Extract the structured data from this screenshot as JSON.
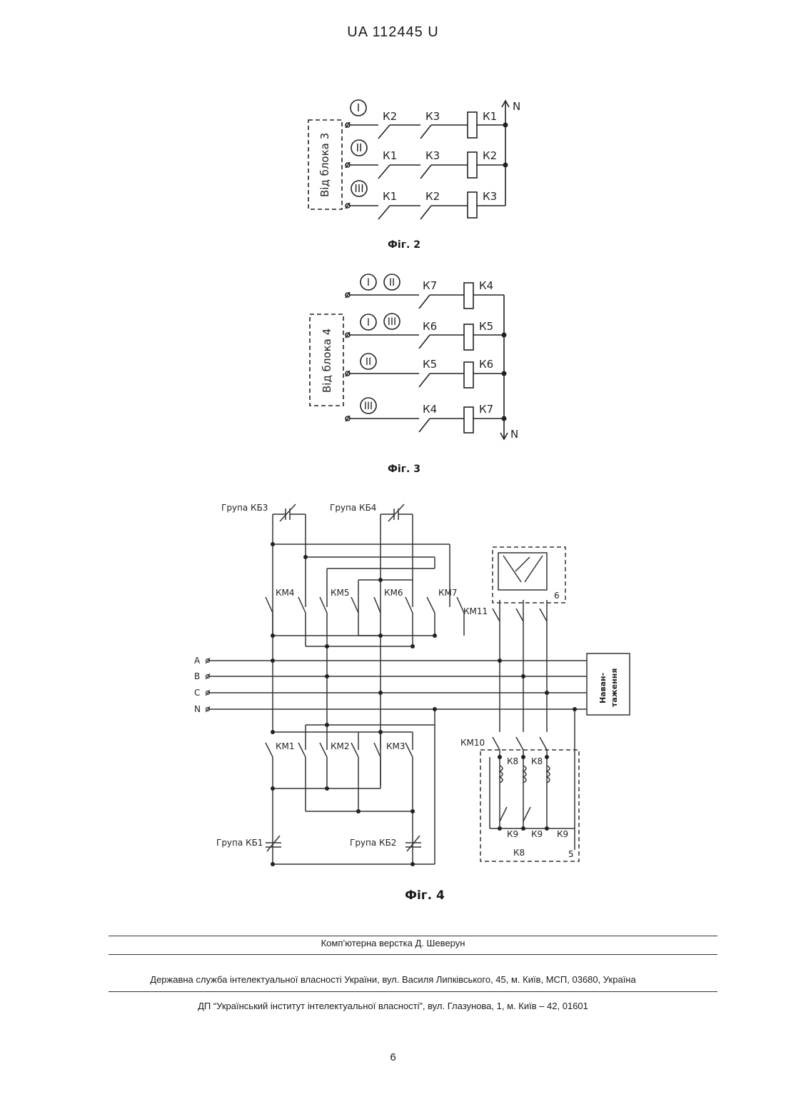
{
  "header": {
    "patent_no": "UA   112445   U"
  },
  "fig2": {
    "caption": "Фіг. 2",
    "box_label": "Від блока 3",
    "neutral": "N",
    "rows": [
      {
        "roman": "I",
        "contacts": [
          "К2",
          "К3"
        ],
        "coil": "К1"
      },
      {
        "roman": "II",
        "contacts": [
          "К1",
          "К3"
        ],
        "coil": "К2"
      },
      {
        "roman": "III",
        "contacts": [
          "К1",
          "К2"
        ],
        "coil": "К3"
      }
    ]
  },
  "fig3": {
    "caption": "Фіг. 3",
    "box_label": "Від блока 4",
    "neutral": "N",
    "rows": [
      {
        "romans": [
          "I",
          "II"
        ],
        "contact": "К7",
        "coil": "К4"
      },
      {
        "romans": [
          "I",
          "III"
        ],
        "contact": "К6",
        "coil": "К5"
      },
      {
        "romans": [
          "II"
        ],
        "contact": "К5",
        "coil": "К6"
      },
      {
        "romans": [
          "III"
        ],
        "contact": "К4",
        "coil": "К7"
      }
    ]
  },
  "fig4": {
    "caption": "Фіг. 4",
    "cap_groups": [
      "Група КБ3",
      "Група КБ4",
      "Група КБ1",
      "Група КБ2"
    ],
    "contactors_top": [
      "КМ4",
      "КМ5",
      "КМ6",
      "КМ7"
    ],
    "contactors_bottom": [
      "КМ1",
      "КМ2",
      "КМ3"
    ],
    "km11": "КМ11",
    "km10": "КМ10",
    "block6": "6",
    "block5": "5",
    "lines": [
      "A",
      "B",
      "C",
      "N"
    ],
    "load": [
      "Наван-",
      "таження"
    ],
    "block5_labels": [
      "К8",
      "К8",
      "К9",
      "К9",
      "К9",
      "К8"
    ]
  },
  "footer": {
    "layout": "Комп’ютерна верстка Д. Шеверун",
    "service": "Державна служба інтелектуальної власності України, вул. Василя Липківського, 45, м. Київ, МСП, 03680, Україна",
    "institute": "ДП “Український інститут інтелектуальної власності”, вул. Глазунова, 1, м. Київ – 42, 01601",
    "page": "6"
  }
}
